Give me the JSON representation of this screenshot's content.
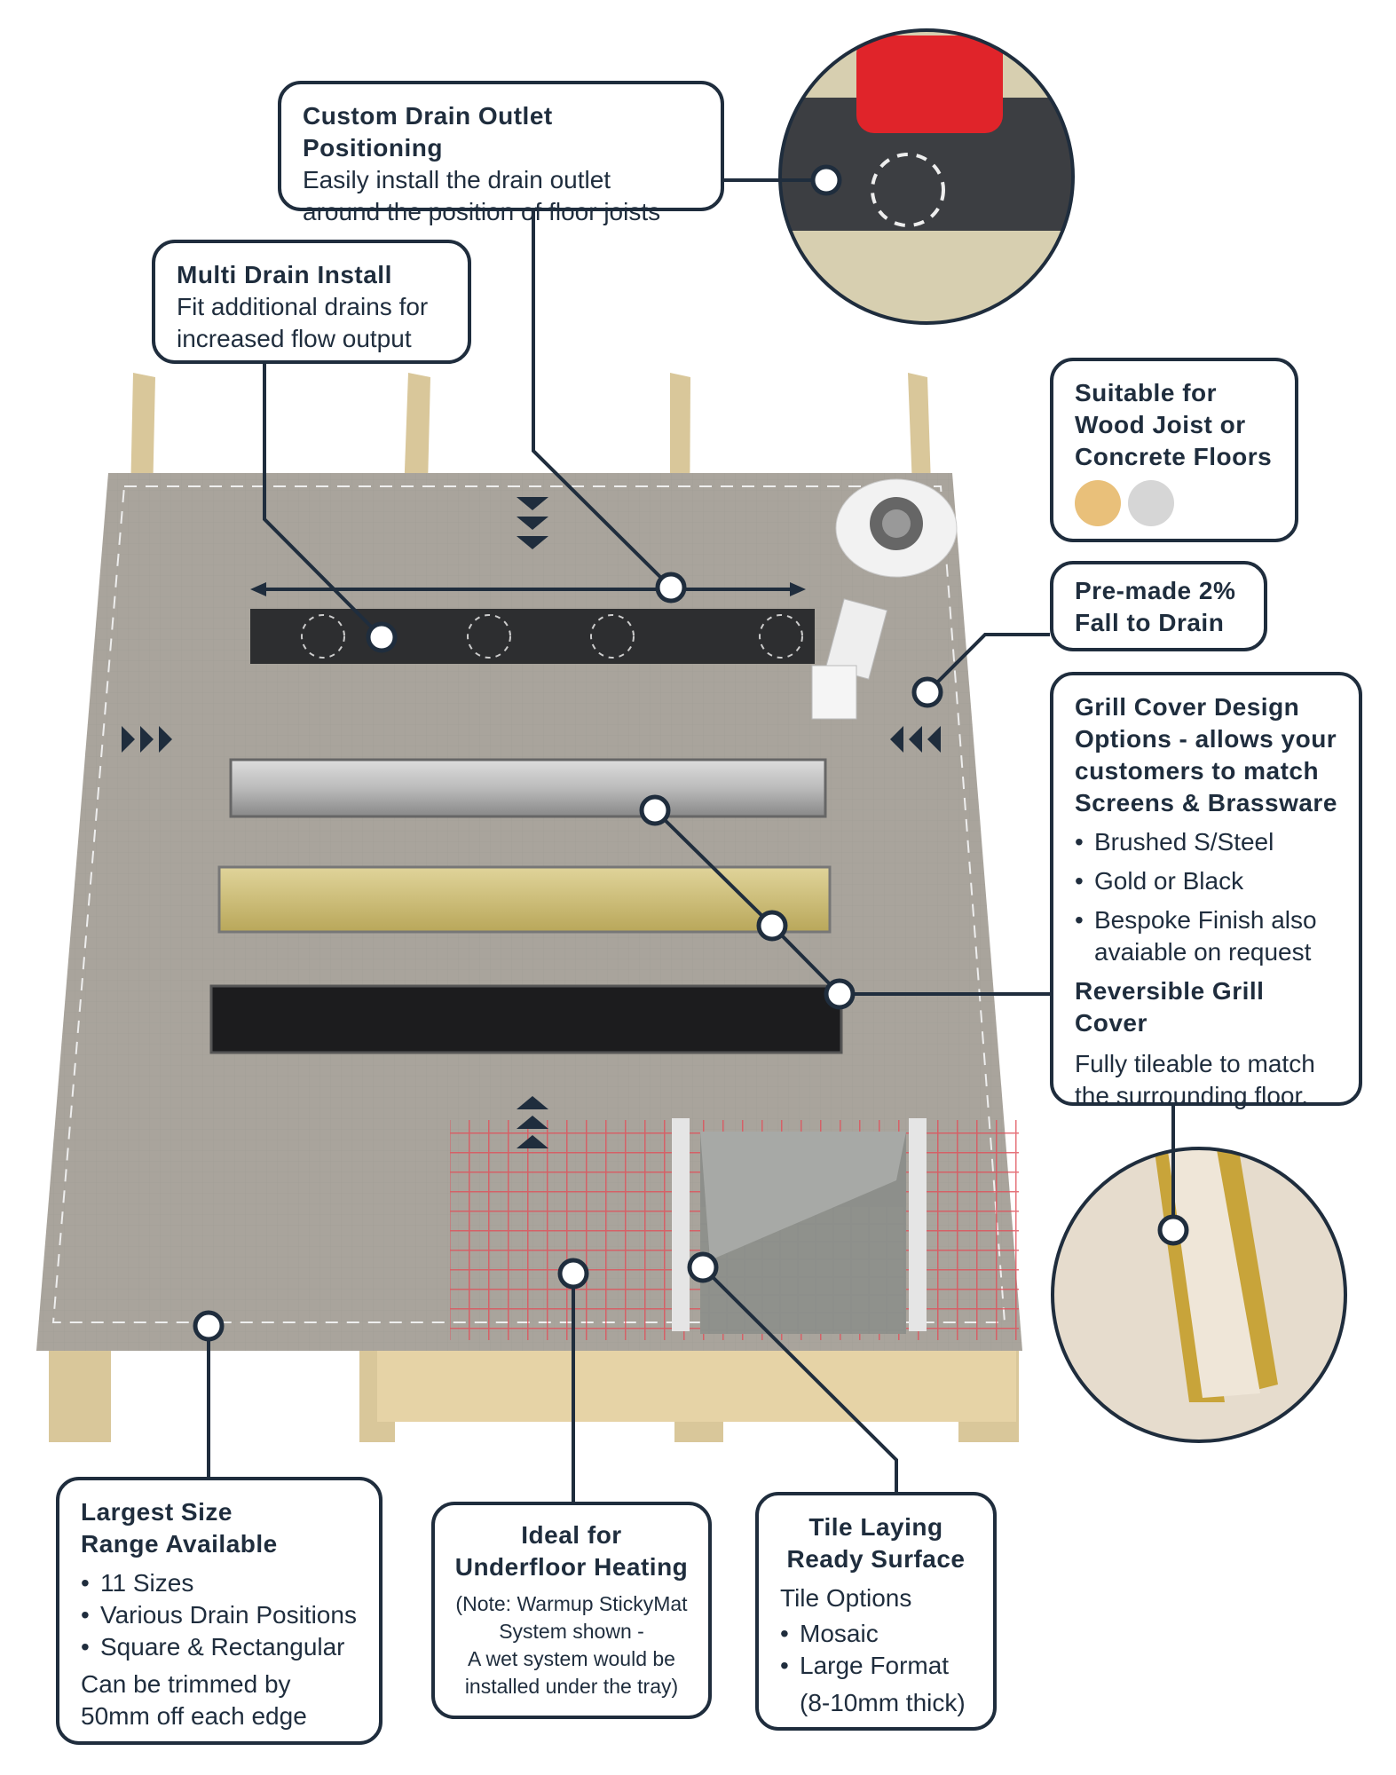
{
  "callouts": {
    "custom_drain": {
      "title": "Custom Drain Outlet Positioning",
      "body": [
        "Easily install the drain outlet",
        "around the position of floor joists"
      ]
    },
    "multi_drain": {
      "title": "Multi Drain Install",
      "body": [
        "Fit additional drains for",
        "increased flow output"
      ]
    },
    "suitable": {
      "title": [
        "Suitable for",
        "Wood Joist or",
        "Concrete Floors"
      ],
      "swatches": [
        "wood",
        "concrete"
      ]
    },
    "fall": {
      "title": [
        "Pre-made 2%",
        "Fall to Drain"
      ]
    },
    "grill": {
      "title": [
        "Grill Cover Design",
        "Options - allows your",
        "customers to match",
        "Screens & Brassware"
      ],
      "items": [
        "Brushed S/Steel",
        "Gold or Black",
        "Bespoke Finish also avaiable on request"
      ],
      "subtitle": "Reversible Grill Cover",
      "body": "Fully tileable to match the surrounding floor."
    },
    "largest": {
      "title": [
        "Largest Size",
        "Range Available"
      ],
      "items": [
        "11 Sizes",
        "Various Drain Positions",
        "Square & Rectangular"
      ],
      "body": "Can be trimmed by 50mm off each edge"
    },
    "heating": {
      "title": [
        "Ideal for",
        "Underfloor Heating"
      ],
      "body": [
        "(Note: Warmup StickyMat",
        "System shown -",
        "A wet system would be",
        "installed under the tray)"
      ]
    },
    "tile": {
      "title": [
        "Tile Laying",
        "Ready Surface"
      ],
      "subtitle": "Tile Options",
      "items": [
        "Mosaic",
        "Large Format"
      ],
      "note": "(8-10mm thick)"
    }
  },
  "colors": {
    "ink": "#1f2d3d",
    "tray": "#a9a49c",
    "mesh": "#e0505a",
    "gold": "#c9b86a"
  }
}
